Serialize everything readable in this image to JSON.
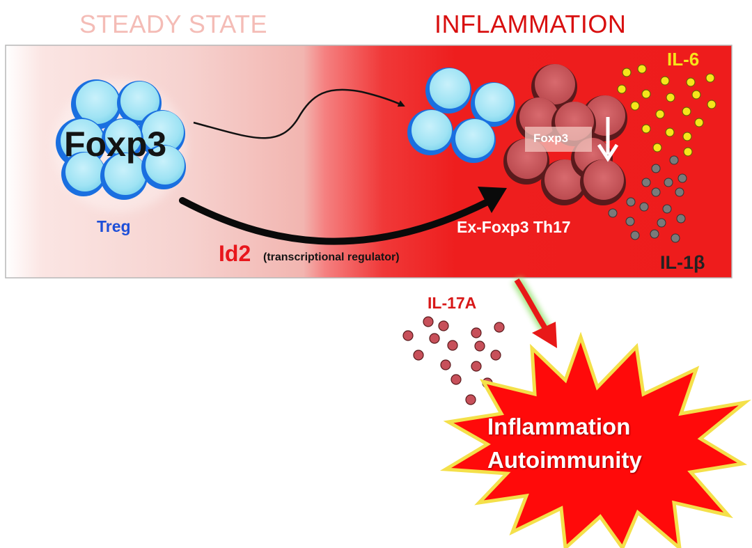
{
  "headings": {
    "steady_state": "STEADY STATE",
    "inflammation": "INFLAMMATION"
  },
  "cells": {
    "treg_marker": "Foxp3",
    "treg_label": "Treg",
    "converted_marker": "Foxp3",
    "converted_label": "Ex-Foxp3 Th17"
  },
  "regulator": {
    "name": "Id2",
    "description": "(transcriptional regulator)"
  },
  "cytokines": {
    "il6": "IL-6",
    "il1b": "IL-1β",
    "il17a": "IL-17A"
  },
  "outcome": {
    "line1": "Inflammation",
    "line2": "Autoimmunity"
  },
  "colors": {
    "steady_heading": "#f4bcb6",
    "inflammation_heading": "#d80f0f",
    "panel_red": "#ee1c1c",
    "treg_cell": "#9fe3f4",
    "treg_rim": "#1a6fe0",
    "th17_cell": "#c8555a",
    "il6_dot": "#f7e51a",
    "il1b_dot": "#7a7a7a",
    "il17a_dot": "#c7505a",
    "burst": "#ff0a0a",
    "treg_text": "#1e4fd8",
    "id2_text": "#e8161c"
  }
}
